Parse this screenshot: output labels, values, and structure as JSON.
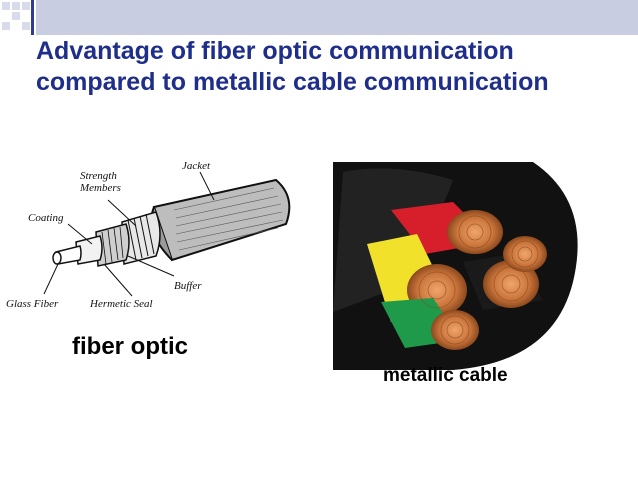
{
  "slide": {
    "title": "Advantage of fiber optic communication compared to metallic cable communication",
    "title_color": "#1F2E8A"
  },
  "fiber_diagram": {
    "labels": {
      "jacket": "Jacket",
      "strength_members": "Strength Members",
      "coating": "Coating",
      "buffer": "Buffer",
      "glass_fiber": "Glass Fiber",
      "hermetic_seal": "Hermetic Seal"
    },
    "caption": "fiber optic"
  },
  "metal_photo": {
    "caption": "metallic cable",
    "wire_colors": [
      "#D61F2A",
      "#F2E12B",
      "#1E9A4A",
      "#1A1A1A"
    ],
    "copper_color": "#C8733A"
  },
  "theme": {
    "band_color": "#C9CDE2",
    "square_color": "#D7DBEC",
    "rule_color": "#2E3D8F"
  }
}
